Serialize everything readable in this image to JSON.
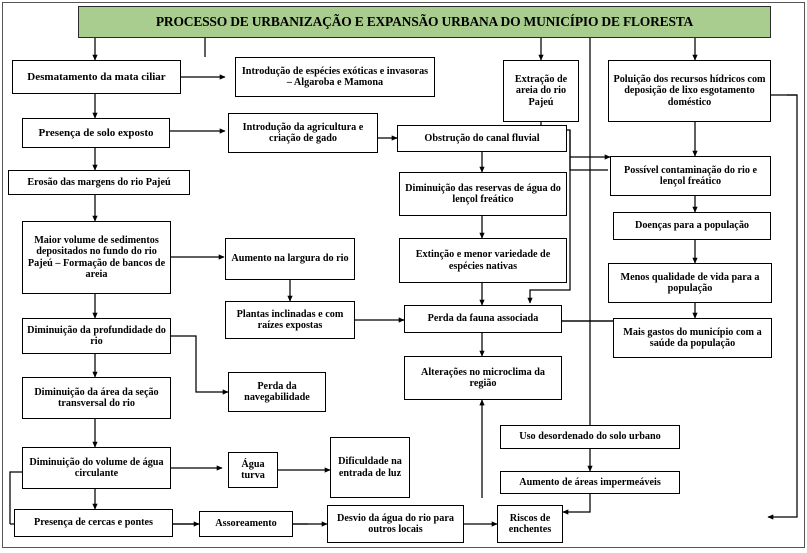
{
  "header": {
    "title": "PROCESSO DE URBANIZAÇÃO E EXPANSÃO URBANA DO MUNICÍPIO DE FLORESTA",
    "background_color": "#a9cd8e",
    "border_color": "#2b2b2b"
  },
  "diagram": {
    "type": "flowchart",
    "orientation": "top-down",
    "box_fill": "#ffffff",
    "box_border": "#000000",
    "line_color": "#000000",
    "nodes": [
      {
        "id": "desmatamento",
        "label": "Desmatamento da mata ciliar"
      },
      {
        "id": "solo_exposto",
        "label": "Presença de solo exposto"
      },
      {
        "id": "erosao",
        "label": "Erosão das margens do rio Pajeú"
      },
      {
        "id": "sedimentos",
        "label": "Maior volume de sedimentos depositados no fundo do rio Pajeú – Formação de bancos de areia"
      },
      {
        "id": "profundidade",
        "label": "Diminuição da profundidade do rio"
      },
      {
        "id": "secao",
        "label": "Diminuição da área da seção transversal do rio"
      },
      {
        "id": "volume_agua",
        "label": "Diminuição do volume de água circulante"
      },
      {
        "id": "cercas",
        "label": "Presença de cercas e pontes"
      },
      {
        "id": "especies_exoticas",
        "label": "Introdução de espécies exóticas e invasoras – Algaroba e Mamona"
      },
      {
        "id": "agricultura",
        "label": "Introdução da agricultura e criação de gado"
      },
      {
        "id": "largura_rio",
        "label": "Aumento na largura do rio"
      },
      {
        "id": "plantas_inclinadas",
        "label": "Plantas inclinadas e com raízes expostas"
      },
      {
        "id": "navegabilidade",
        "label": "Perda da navegabilidade"
      },
      {
        "id": "agua_turva",
        "label": "Água turva"
      },
      {
        "id": "assoreamento",
        "label": "Assoreamento"
      },
      {
        "id": "extracao_areia",
        "label": "Extração de areia do rio Pajeú"
      },
      {
        "id": "obstrucao",
        "label": "Obstrução do canal fluvial"
      },
      {
        "id": "reservas",
        "label": "Diminuição das reservas de água do lençol freático"
      },
      {
        "id": "extincao",
        "label": "Extinção e menor variedade de espécies nativas"
      },
      {
        "id": "perda_fauna",
        "label": "Perda da fauna associada"
      },
      {
        "id": "microclima",
        "label": "Alterações no microclima da região"
      },
      {
        "id": "dificuldade_luz",
        "label": "Dificuldade na entrada de luz"
      },
      {
        "id": "desvio_agua",
        "label": "Desvio da água do rio para outros locais"
      },
      {
        "id": "poluicao",
        "label": "Poluição dos recursos hídricos com deposição de lixo esgotamento doméstico"
      },
      {
        "id": "contaminacao",
        "label": "Possível contaminação do rio e lençol freático"
      },
      {
        "id": "doencas",
        "label": "Doenças para a população"
      },
      {
        "id": "qualidade_vida",
        "label": "Menos qualidade de vida para a população"
      },
      {
        "id": "gastos",
        "label": "Mais gastos do município com a saúde da população"
      },
      {
        "id": "uso_desordenado",
        "label": "Uso desordenado do solo urbano"
      },
      {
        "id": "areas_impermeaveis",
        "label": "Aumento de áreas impermeáveis"
      },
      {
        "id": "riscos_enchentes",
        "label": "Riscos de enchentes"
      }
    ]
  }
}
